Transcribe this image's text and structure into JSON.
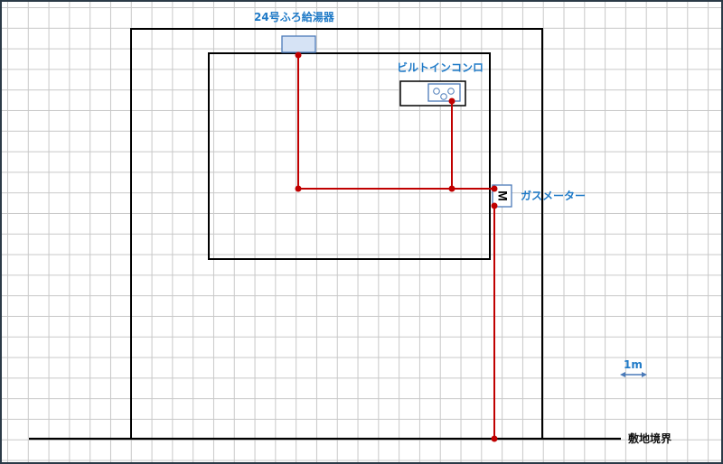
{
  "labels": {
    "water_heater": "24号ふろ給湯器",
    "builtin_stove": "ビルトインコンロ",
    "gas_meter": "ガスメーター",
    "scale": "1m",
    "boundary": "敷地境界"
  },
  "meter_symbol": "M",
  "colors": {
    "grid": "#c8c8c8",
    "walls": "#000000",
    "gas_line": "#c00000",
    "label_blue": "#1f7ac7",
    "fixture_fill": "#d6e3f5",
    "fixture_stroke": "#4a7ab8",
    "frame": "#2b3a47"
  }
}
